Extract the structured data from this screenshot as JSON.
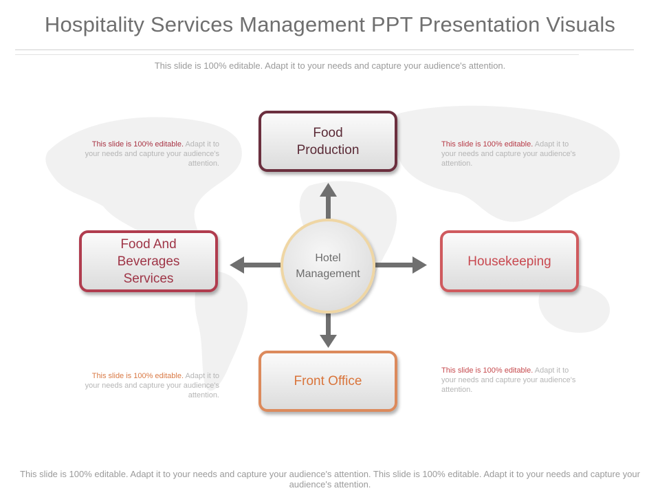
{
  "slide": {
    "title": "Hospitality Services Management PPT Presentation Visuals",
    "subtitle": "This slide is 100% editable. Adapt it to your needs and capture your audience's attention.",
    "footer": "This slide is 100% editable. Adapt it to your needs and capture your audience's attention. This slide is 100% editable. Adapt it to your needs and capture your audience's attention."
  },
  "diagram": {
    "center": {
      "line1": "Hotel",
      "line2": "Management",
      "border_color": "#efd6a4"
    },
    "nodes": {
      "top": {
        "line1": "Food",
        "line2": "Production",
        "color": "#6b2f3e"
      },
      "left": {
        "line1": "Food And",
        "line2": "Beverages",
        "line3": "Services",
        "color": "#b03c4e"
      },
      "right": {
        "line1": "Housekeeping",
        "color": "#cf5a5e"
      },
      "bottom": {
        "line1": "Front Office",
        "color": "#dc8a5c"
      }
    },
    "arrow_color": "#6f6f6f"
  },
  "notes": {
    "top_left": {
      "highlight": "This slide is 100% editable.",
      "rest": " Adapt it to your needs and capture your audience's attention."
    },
    "top_right": {
      "highlight": "This slide is 100% editable.",
      "rest": " Adapt it to your needs and capture your audience's attention."
    },
    "bottom_left": {
      "highlight": "This slide is 100% editable.",
      "rest": " Adapt it to your needs and capture your audience's attention."
    },
    "bottom_right": {
      "highlight": "This slide is 100% editable.",
      "rest": " Adapt it to your needs and capture your audience's attention."
    }
  }
}
